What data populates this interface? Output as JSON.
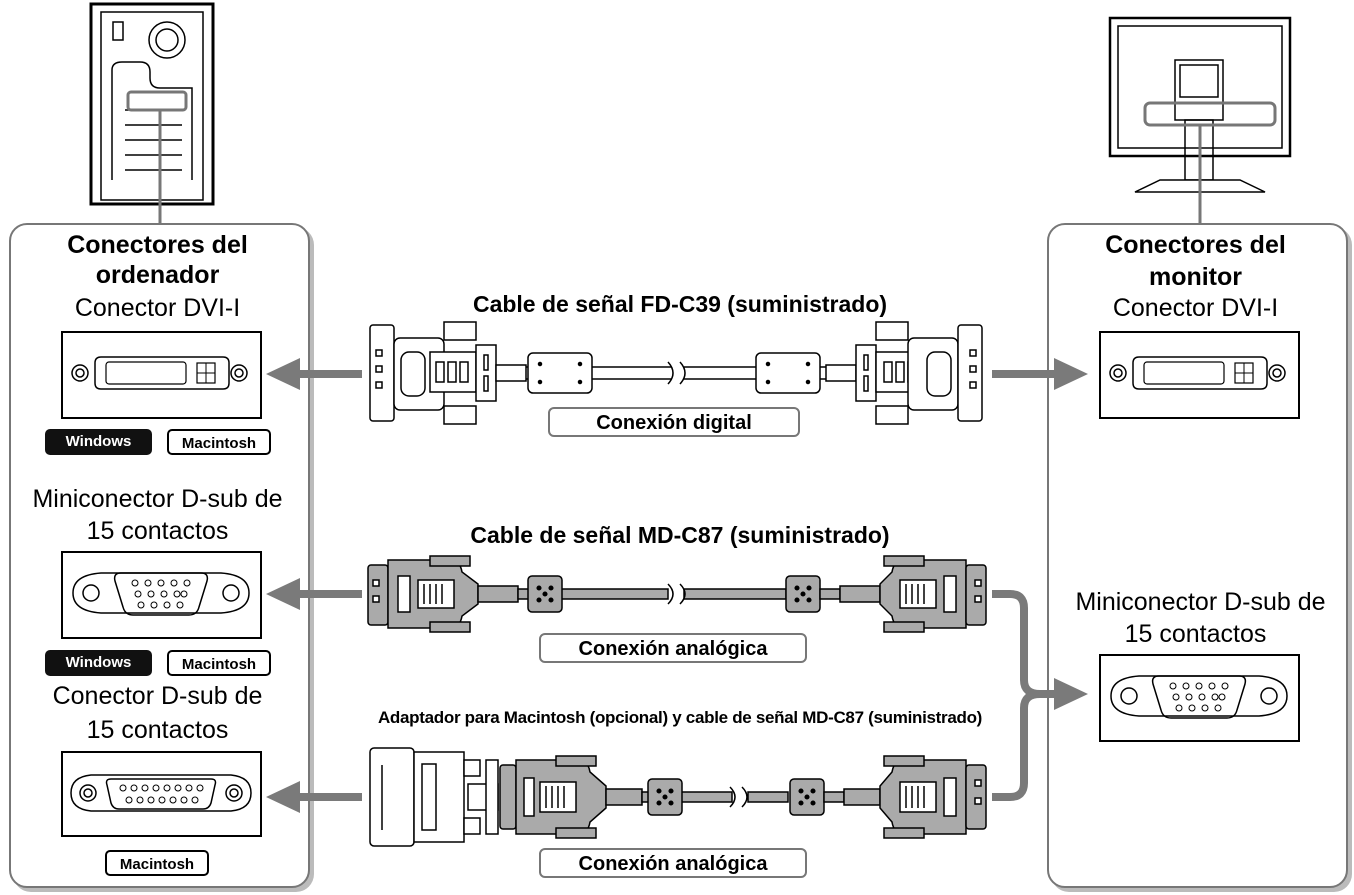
{
  "left": {
    "title": "Conectores del ordenador",
    "dvi_label": "Conector DVI-I",
    "mini_dsub_label_1": "Miniconector D-sub de",
    "mini_dsub_label_2": "15 contactos",
    "dsub_label_1": "Conector D-sub de",
    "dsub_label_2": "15 contactos",
    "badges": {
      "windows": "Windows",
      "macintosh": "Macintosh"
    }
  },
  "right": {
    "title_1": "Conectores del",
    "title_2": "monitor",
    "dvi_label": "Conector DVI-I",
    "mini_dsub_label_1": "Miniconector D-sub de",
    "mini_dsub_label_2": "15 contactos"
  },
  "cables": {
    "digital_title": "Cable de señal FD-C39 (suministrado)",
    "digital_conn": "Conexión digital",
    "analog_title": "Cable de señal MD-C87 (suministrado)",
    "analog_conn": "Conexión analógica",
    "adapter_title": "Adaptador para Macintosh (opcional) y cable de señal MD-C87 (suministrado)",
    "adapter_conn": "Conexión analógica"
  },
  "colors": {
    "cable": "#999999",
    "arrow": "#7a7a7a",
    "panel_border": "#777777"
  }
}
